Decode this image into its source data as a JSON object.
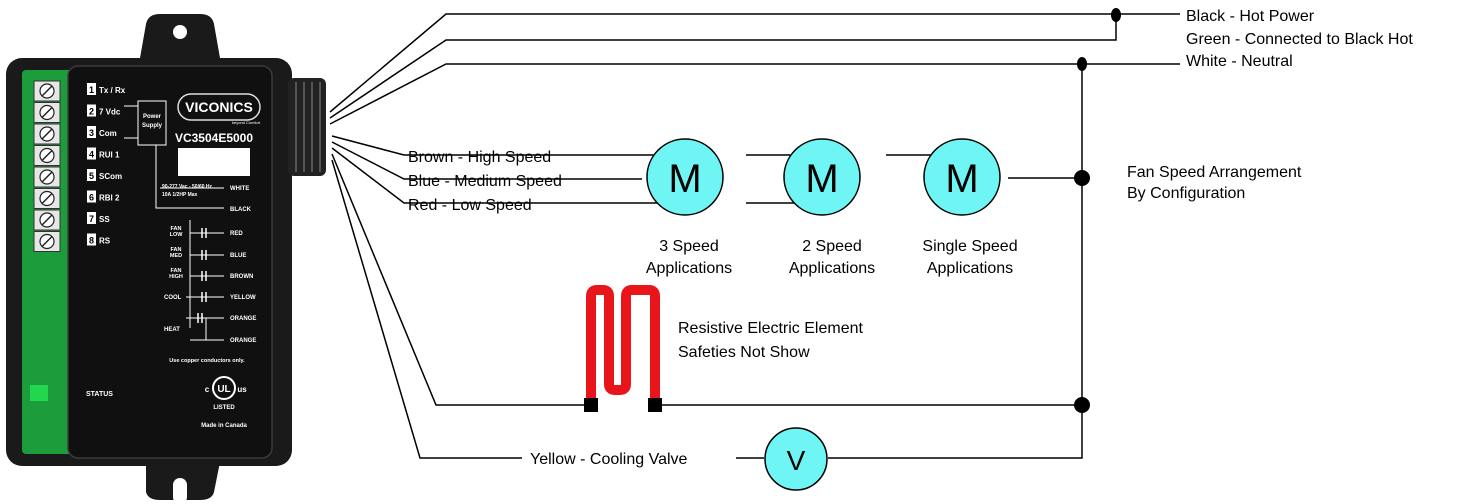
{
  "device": {
    "brand": "VICONICS",
    "tagline": "beyond Comfort",
    "model": "VC3504E5000",
    "terminals": [
      {
        "num": "1",
        "label": "Tx / Rx"
      },
      {
        "num": "2",
        "label": "7 Vdc"
      },
      {
        "num": "3",
        "label": "Com"
      },
      {
        "num": "4",
        "label": "RUI 1"
      },
      {
        "num": "5",
        "label": "SCom"
      },
      {
        "num": "6",
        "label": "RBI 2"
      },
      {
        "num": "7",
        "label": "SS"
      },
      {
        "num": "8",
        "label": "RS"
      }
    ],
    "power_supply": "Power Supply",
    "rating_line1": "90-277 Vac - 50/60 Hz",
    "rating_line2": "10A  1/2HP Max",
    "wire_white": "WHITE",
    "wire_black": "BLACK",
    "fan_low": "FAN LOW",
    "fan_med": "FAN MED",
    "fan_high": "FAN HIGH",
    "cool": "COOL",
    "heat": "HEAT",
    "wire_red": "RED",
    "wire_blue": "BLUE",
    "wire_brown": "BROWN",
    "wire_yellow": "YELLOW",
    "wire_orange1": "ORANGE",
    "wire_orange2": "ORANGE",
    "copper_note": "Use copper conductors only.",
    "status": "STATUS",
    "ul_mark": "UL",
    "ul_c": "c",
    "ul_us": "us",
    "ul_listed": "LISTED",
    "made_in": "Made in Canada"
  },
  "wires": {
    "black_hot": "Black - Hot Power",
    "green": "Green - Connected to Black Hot",
    "white": "White - Neutral",
    "brown": "Brown - High Speed",
    "blue": "Blue - Medium Speed",
    "red": "Red - Low Speed",
    "yellow": "Yellow - Cooling Valve"
  },
  "motors": [
    {
      "symbol": "M",
      "caption1": "3 Speed",
      "caption2": "Applications"
    },
    {
      "symbol": "M",
      "caption1": "2 Speed",
      "caption2": "Applications"
    },
    {
      "symbol": "M",
      "caption1": "Single Speed",
      "caption2": "Applications"
    }
  ],
  "valve_symbol": "V",
  "fan_note": {
    "line1": "Fan Speed Arrangement",
    "line2": "By Configuration"
  },
  "heater_note": {
    "line1": "Resistive Electric Element",
    "line2": "Safeties Not Show"
  },
  "colors": {
    "motor_fill": "#6ff5f3",
    "heater": "#e8151b",
    "panel_green": "#1c9c3a",
    "housing": "#1a1a1a"
  }
}
